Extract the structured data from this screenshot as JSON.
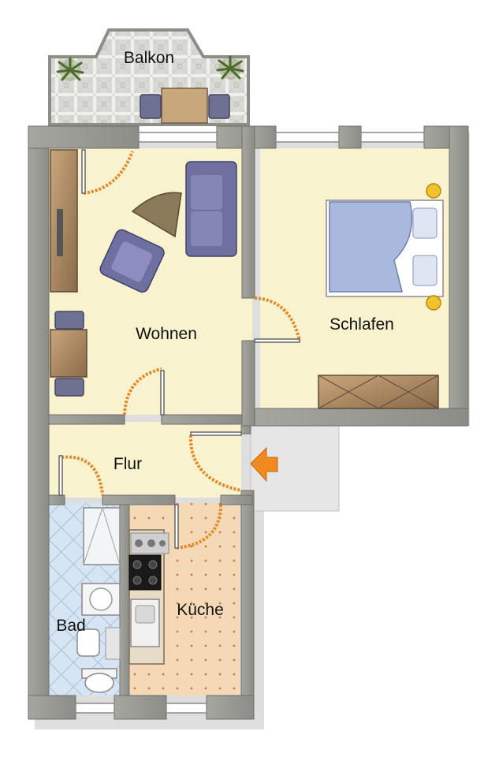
{
  "rooms": {
    "balkon": "Balkon",
    "wohnen": "Wohnen",
    "schlafen": "Schlafen",
    "flur": "Flur",
    "kueche": "Küche",
    "bad": "Bad"
  },
  "colors": {
    "wall": "#9a9a95",
    "wall_dark": "#7d7d78",
    "floor_living": "#f8f2cf",
    "balcony_tile": "#d8d8d2",
    "kitchen_floor": "#f4d8b4",
    "bath_floor": "#d7e6f4",
    "door_swing": "#e08a2a",
    "entry_arrow": "#f08a1e",
    "sofa": "#7e7fb0",
    "bed_linen": "#a9b8dd"
  }
}
